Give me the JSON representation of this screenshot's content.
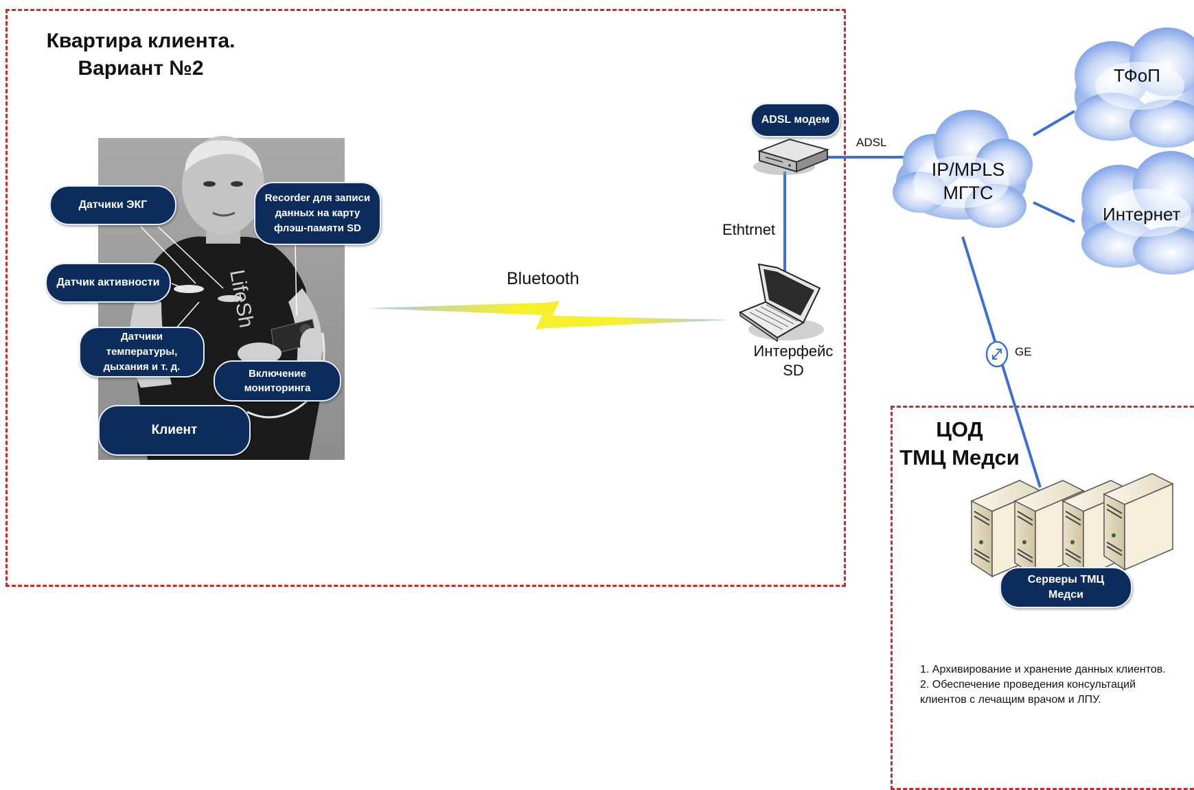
{
  "apartment": {
    "title_line1": "Квартира клиента.",
    "title_line2": "Вариант №2"
  },
  "photo": {
    "callouts": {
      "ecg": "Датчики ЭКГ",
      "recorder": "Recorder для записи данных на карту флэш-памяти SD",
      "activity": "Датчик активности",
      "temperature": "Датчики температуры, дыхания и т. д.",
      "monitoring": "Включение мониторинга",
      "client": "Клиент"
    },
    "vest_text": "LifeSh"
  },
  "links": {
    "bluetooth": "Bluetooth",
    "ethernet": "Ethtrnet",
    "adsl": "ADSL",
    "ge": "GE"
  },
  "devices": {
    "modem": "ADSL модем",
    "laptop_line1": "Интерфейс",
    "laptop_line2": "SD"
  },
  "clouds": {
    "core_line1": "IP/MPLS",
    "core_line2": "МГТС",
    "pstn": "ТФоП",
    "internet": "Интернет"
  },
  "datacenter": {
    "title_line1": "ЦОД",
    "title_line2": "ТМЦ Медси",
    "servers_label": "Серверы ТМЦ Медси",
    "notes": [
      "1. Архивирование и хранение данных клиентов.",
      "2. Обеспечение проведения консультаций клиентов с лечащим врачом и ЛПУ."
    ]
  },
  "colors": {
    "dash": "#d3262b",
    "pill": "#0c2d5c",
    "link": "#3b6fd6",
    "bluetooth": "#f1ee2b",
    "cloud": "#8fb0ea"
  }
}
